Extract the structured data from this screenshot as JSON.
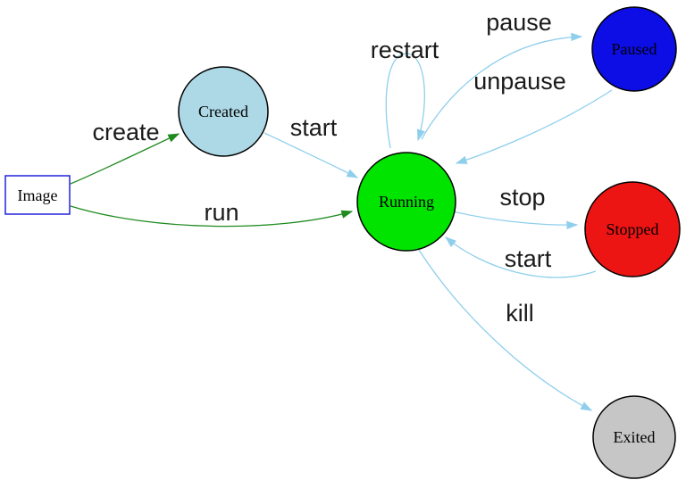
{
  "diagram": {
    "type": "state-machine",
    "colors": {
      "background": "#ffffff",
      "edge_light_blue": "#8fcfec",
      "edge_dark_green": "#1f8b1f",
      "node_outline": "#000000",
      "image_box_border": "#2222dd",
      "text": "#1a1a1a"
    },
    "nodes": {
      "image": {
        "label": "Image",
        "shape": "rectangle",
        "fill": "#ffffff"
      },
      "created": {
        "label": "Created",
        "shape": "circle",
        "fill": "#add8e6"
      },
      "running": {
        "label": "Running",
        "shape": "circle",
        "fill": "#00e400"
      },
      "paused": {
        "label": "Paused",
        "shape": "circle",
        "fill": "#0d0de6"
      },
      "stopped": {
        "label": "Stopped",
        "shape": "circle",
        "fill": "#ed1414"
      },
      "exited": {
        "label": "Exited",
        "shape": "circle",
        "fill": "#c6c6c6"
      }
    },
    "edges": {
      "create": {
        "label": "create",
        "from": "Image",
        "to": "Created"
      },
      "run": {
        "label": "run",
        "from": "Image",
        "to": "Running"
      },
      "start_from_created": {
        "label": "start",
        "from": "Created",
        "to": "Running"
      },
      "restart": {
        "label": "restart",
        "from": "Running",
        "to": "Running"
      },
      "pause": {
        "label": "pause",
        "from": "Running",
        "to": "Paused"
      },
      "unpause": {
        "label": "unpause",
        "from": "Paused",
        "to": "Running"
      },
      "stop": {
        "label": "stop",
        "from": "Running",
        "to": "Stopped"
      },
      "start_from_stopped": {
        "label": "start",
        "from": "Stopped",
        "to": "Running"
      },
      "kill": {
        "label": "kill",
        "from": "Running",
        "to": "Exited"
      }
    }
  }
}
